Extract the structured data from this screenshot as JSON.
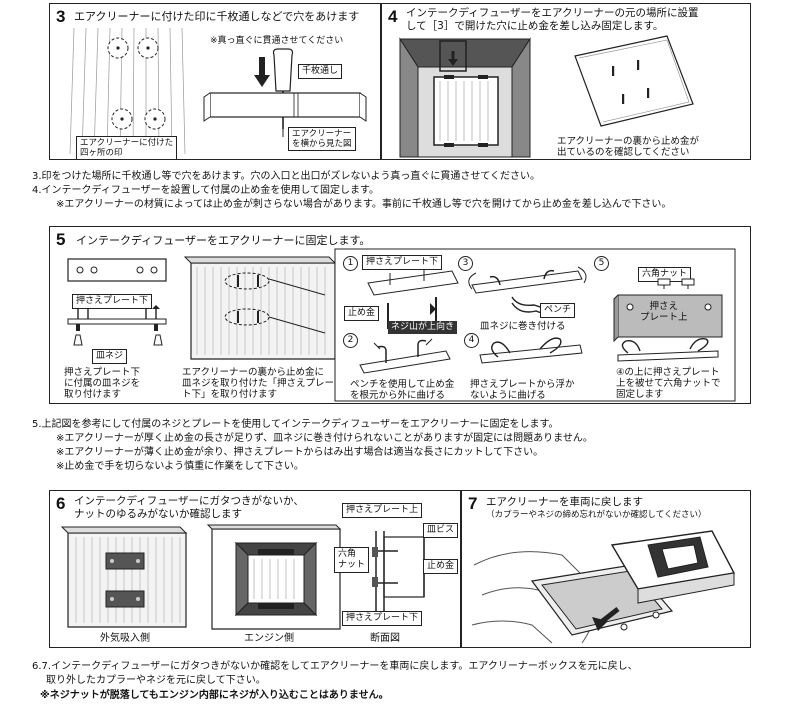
{
  "step3": {
    "num": "3",
    "heading": "エアクリーナーに付けた印に千枚通しなどで穴をあけます",
    "note": "※真っ直ぐに貫通させてください",
    "tool_label": "千枚通し",
    "marks_label": "エアクリーナーに付けた\n四ヶ所の印",
    "side_label": "エアクリーナー\nを横から見た図"
  },
  "step4": {
    "num": "4",
    "heading": "インテークディフューザーをエアクリーナーの元の場所に設置\nして［3］で開けた穴に止め金を差し込み固定します。",
    "caption": "エアクリーナーの裏から止め金が\n出ているのを確認してください"
  },
  "text_block_1": [
    "3.印をつけた場所に千枚通し等で穴をあけます。穴の入口と出口がズレないよう真っ直ぐに貫通させてください。",
    "4.インテークディフューザーを設置して付属の止め金を使用して固定します。",
    "※エアクリーナーの材質によっては止め金が刺さらない場合があります。事前に千枚通し等で穴を開けてから止め金を差し込んで下さい。"
  ],
  "step5": {
    "num": "5",
    "heading": "インテークディフューザーをエアクリーナーに固定します。",
    "plate_label": "押さえプレート下",
    "screw_label": "皿ネジ",
    "plate_caption": "押さえプレート下\nに付属の皿ネジを\n取り付けます",
    "filter_caption": "エアクリーナーの裏から止め金に\n皿ネジを取り付けた「押さえプレー\nト下」を取り付けます",
    "sub1_label": "押さえプレート下",
    "stopper_label": "止め金",
    "thread_label": "ネジ山が上向き",
    "pliers_label": "ペンチ",
    "wrap_caption": "皿ネジに巻き付ける",
    "bend_caption": "ペンチを使用して止め金\nを根元から外に曲げる",
    "float_caption": "押さえプレートから浮か\nないように曲げる",
    "nut_label": "六角ナット",
    "upper_plate_label": "押さえ\nプレート上",
    "sub5_caption": "④の上に押さえプレート\n上を被せて六角ナットで\n固定します",
    "circled": [
      "1",
      "2",
      "3",
      "4",
      "5"
    ]
  },
  "text_block_2": [
    "5.上記図を参考にして付属のネジとプレートを使用してインテークディフューザーをエアクリーナーに固定をします。",
    "※エアクリーナーが厚く止め金の長さが足りず、皿ネジに巻き付けられないことがありますが固定には問題ありません。",
    "※エアクリーナーが薄く止め金が余り、押さえプレートからはみ出す場合は適当な長さにカットして下さい。",
    "※止め金で手を切らないよう慎重に作業をして下さい。"
  ],
  "step6": {
    "num": "6",
    "heading": "インテークディフューザーにガタつきがないか、\nナットのゆるみがないか確認します",
    "outside_label": "外気吸入側",
    "engine_label": "エンジン側",
    "section_label": "断面図",
    "upper_plate_label": "押さえプレート上",
    "flat_screw_label": "皿ビス",
    "hex_nut_label": "六角\nナット",
    "stopper_label": "止め金",
    "lower_plate_label": "押さえプレート下"
  },
  "step7": {
    "num": "7",
    "heading": "エアクリーナーを車両に戻します",
    "note": "（カプラーやネジの締め忘れがないか確認してください）"
  },
  "text_block_3": [
    "6.7.インテークディフューザーにガタつきがないか確認をしてエアクリーナーを車両に戻します。エアクリーナーボックスを元に戻し、",
    "取り外したカプラーやネジを元に戻して下さい。",
    "※ネジナットが脱落してもエンジン内部にネジが入り込むことはありません。"
  ]
}
